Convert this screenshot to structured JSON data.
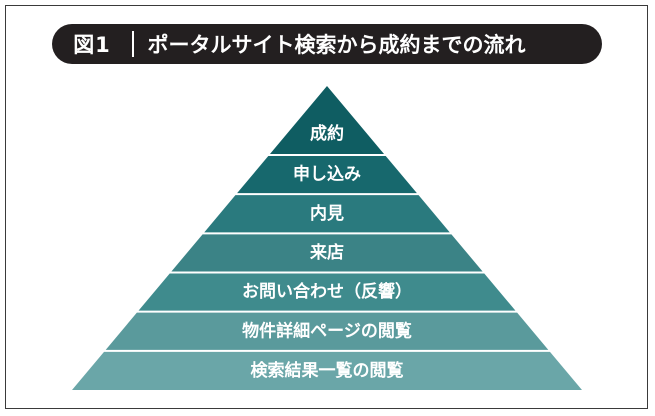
{
  "figure": {
    "label": "図1",
    "title": "ポータルサイト検索から成約までの流れ"
  },
  "pyramid": {
    "tiers": [
      {
        "label": "成約",
        "color": "#0f5d62"
      },
      {
        "label": "申し込み",
        "color": "#17686d"
      },
      {
        "label": "内見",
        "color": "#2a7a7e"
      },
      {
        "label": "来店",
        "color": "#3b8386"
      },
      {
        "label": "お問い合わせ（反響）",
        "color": "#3f8b8d"
      },
      {
        "label": "物件詳細ページの閲覧",
        "color": "#5a9a9c"
      },
      {
        "label": "検索結果一覧の閲覧",
        "color": "#6aa6a8"
      }
    ]
  }
}
